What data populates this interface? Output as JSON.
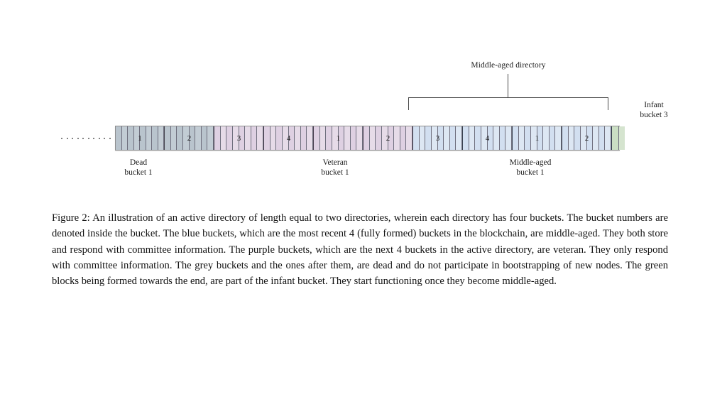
{
  "figure": {
    "top_bracket_label": "Middle-aged directory",
    "infant_label_line1": "Infant",
    "infant_label_line2": "bucket 3",
    "leader_dot_count": 10,
    "ticks": [
      {
        "line1": "Dead",
        "line2": "bucket 1"
      },
      {
        "line1": "Veteran",
        "line2": "bucket 1"
      },
      {
        "line1": "Middle-aged",
        "line2": "bucket 1"
      }
    ],
    "colors": {
      "dead": "#bfc9d2",
      "veteran": "#e1d5e5",
      "middle": "#d7e3f1",
      "infant": "#cfe0c9",
      "outline": "#8d8d8d",
      "rule": "#4a4a4a"
    },
    "buckets": [
      {
        "number": "1",
        "state": "dead",
        "blocks": 8,
        "width": 69
      },
      {
        "number": "2",
        "state": "dead",
        "blocks": 8,
        "width": 70
      },
      {
        "number": "3",
        "state": "veteran",
        "blocks": 8,
        "width": 70
      },
      {
        "number": "4",
        "state": "veteran",
        "blocks": 8,
        "width": 70
      },
      {
        "number": "1",
        "state": "veteran",
        "blocks": 8,
        "width": 70
      },
      {
        "number": "2",
        "state": "veteran",
        "blocks": 8,
        "width": 70
      },
      {
        "number": "3",
        "state": "middle",
        "blocks": 8,
        "width": 70
      },
      {
        "number": "4",
        "state": "middle",
        "blocks": 8,
        "width": 70
      },
      {
        "number": "1",
        "state": "middle",
        "blocks": 8,
        "width": 70
      },
      {
        "number": "2",
        "state": "middle",
        "blocks": 8,
        "width": 70
      },
      {
        "number": "",
        "state": "infant",
        "blocks": 2,
        "width": 18
      }
    ]
  },
  "caption": {
    "text": "Figure 2: An illustration of an active directory of length equal to two directories, wherein each directory has four buckets. The bucket numbers are denoted inside the bucket. The blue buckets, which are the most recent 4 (fully formed) buckets in the blockchain, are middle-aged. They both store and respond with committee information. The purple buckets, which are the next 4 buckets in the active directory, are veteran. They only respond with committee information. The grey buckets and the ones after them, are dead and do not participate in bootstrapping of new nodes. The green blocks being formed towards the end, are part of the infant bucket. They start functioning once they become middle-aged."
  }
}
